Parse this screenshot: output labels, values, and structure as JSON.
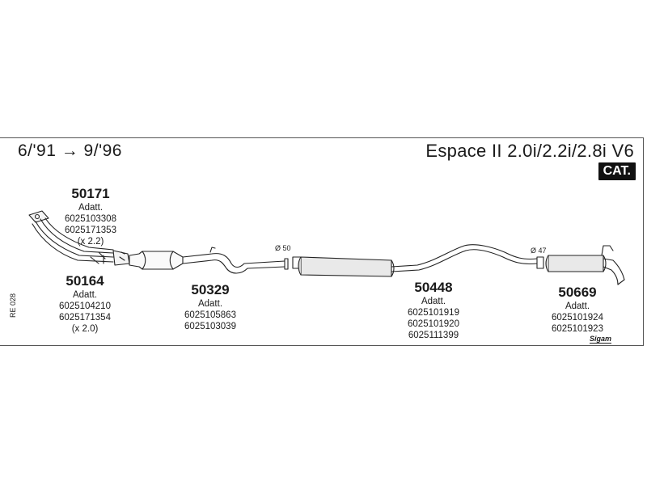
{
  "header": {
    "date_range": "6/'91 → 9/'96",
    "model": "Espace II 2.0i/2.2i/2.8i V6",
    "cat_badge": "CAT."
  },
  "parts": [
    {
      "number": "50171",
      "lines": [
        "Adatt.",
        "6025103308",
        "6025171353",
        "(x 2.2)"
      ]
    },
    {
      "number": "50164",
      "lines": [
        "Adatt.",
        "6025104210",
        "6025171354",
        "(x 2.0)"
      ]
    },
    {
      "number": "50329",
      "lines": [
        "Adatt.",
        "6025105863",
        "6025103039"
      ]
    },
    {
      "number": "50448",
      "lines": [
        "Adatt.",
        "6025101919",
        "6025101920",
        "6025111399"
      ]
    },
    {
      "number": "50669",
      "lines": [
        "Adatt.",
        "6025101924",
        "6025101923"
      ]
    }
  ],
  "diameters": [
    "Ø 50",
    "Ø 47"
  ],
  "ref_code": "RE 028",
  "brand": "Sigam",
  "icons": {
    "manifold": "exhaust-manifold-icon",
    "catalyst": "catalytic-converter-icon",
    "center_muffler": "center-muffler-icon",
    "rear_muffler": "rear-muffler-icon"
  }
}
